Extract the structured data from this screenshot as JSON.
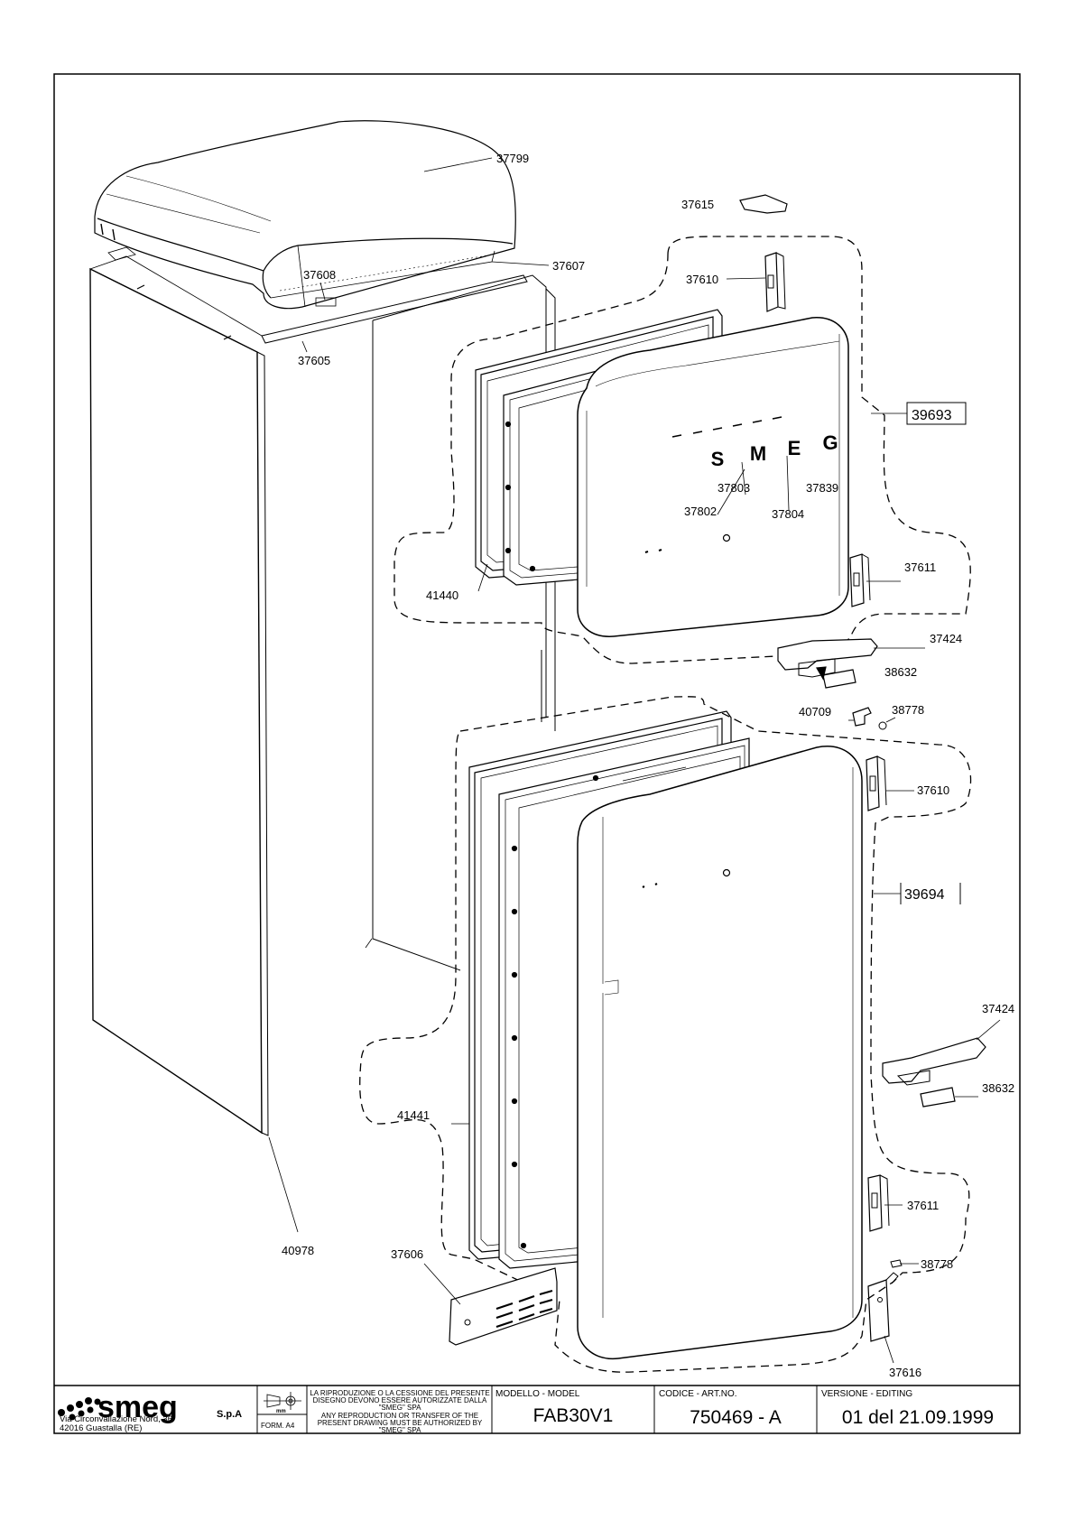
{
  "parts": {
    "p37799": "37799",
    "p37615": "37615",
    "p37607": "37607",
    "p37608": "37608",
    "p37610a": "37610",
    "p37605": "37605",
    "p39693": "39693",
    "p37802": "37802",
    "p37803": "37803",
    "p37804": "37804",
    "p37839": "37839",
    "p37611a": "37611",
    "p41440": "41440",
    "p37424a": "37424",
    "p38632a": "38632",
    "p40709": "40709",
    "p38778a": "38778",
    "p37610b": "37610",
    "p39694": "39694",
    "p37424b": "37424",
    "p38632b": "38632",
    "p41441": "41441",
    "p37611b": "37611",
    "p40978": "40978",
    "p37606": "37606",
    "p38778b": "38778",
    "p37616": "37616"
  },
  "door_logo": [
    "S",
    "M",
    "E",
    "G"
  ],
  "titleblock": {
    "brand": "smeg",
    "company_suffix": "S.p.A",
    "address_line1": "Via Circonvallazione Nord, 36",
    "address_line2": "42016  Guastalla (RE)",
    "form": "FORM. A4",
    "projection_unit": "mm",
    "notice_it_1": "LA RIPRODUZIONE O LA CESSIONE DEL PRESENTE",
    "notice_it_2": "DISEGNO DEVONO ESSERE AUTORIZZATE DALLA",
    "notice_it_3": "\"SMEG\" SPA",
    "notice_en_1": "ANY REPRODUCTION OR TRANSFER OF THE",
    "notice_en_2": "PRESENT DRAWING MUST BE AUTHORIZED BY",
    "notice_en_3": "\"SMEG\" SPA",
    "model_label": "MODELLO - MODEL",
    "model_value": "FAB30V1",
    "code_label": "CODICE - ART.NO.",
    "code_value": "750469 - A",
    "version_label": "VERSIONE - EDITING",
    "version_value": "01 del 21.09.1999"
  },
  "colors": {
    "ink": "#000000",
    "paper": "#ffffff"
  }
}
